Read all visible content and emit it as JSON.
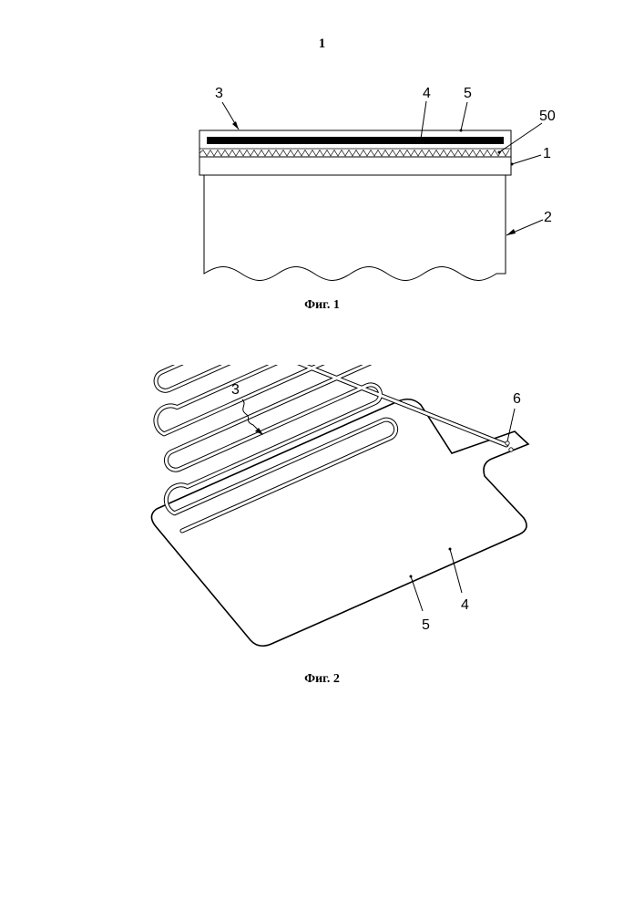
{
  "page": {
    "number": "1"
  },
  "figure1": {
    "caption": "Фиг. 1",
    "labels": {
      "l3": "3",
      "l4": "4",
      "l5": "5",
      "l50": "50",
      "l1": "1",
      "l2": "2"
    }
  },
  "figure2": {
    "caption": "Фиг. 2",
    "labels": {
      "l3": "3",
      "l6": "6",
      "l4": "4",
      "l5": "5"
    }
  },
  "colors": {
    "ink": "#000000",
    "paper": "#ffffff"
  }
}
